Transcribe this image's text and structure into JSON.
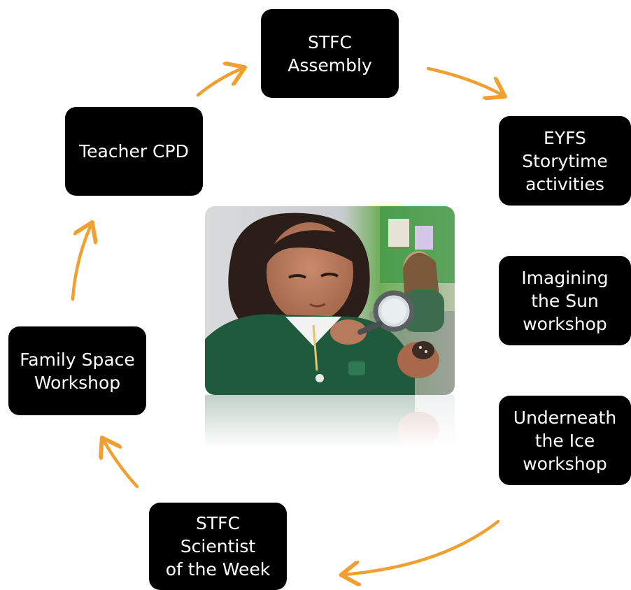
{
  "colors": {
    "box_background": "#000000",
    "box_text": "#ffffff",
    "arrow": "#f0a030"
  },
  "nodes": {
    "assembly": "STFC\nAssembly",
    "eyfs": "EYFS\nStorytime\nactivities",
    "sun": "Imagining\nthe Sun\nworkshop",
    "ice": "Underneath\nthe Ice\nworkshop",
    "scientist": "STFC Scientist\nof the Week",
    "family": "Family Space\nWorkshop",
    "cpd": "Teacher CPD"
  },
  "photo": {
    "subject": "girl-with-magnifying-glass"
  },
  "icons": {
    "arrow": "curved-arrow-icon"
  }
}
